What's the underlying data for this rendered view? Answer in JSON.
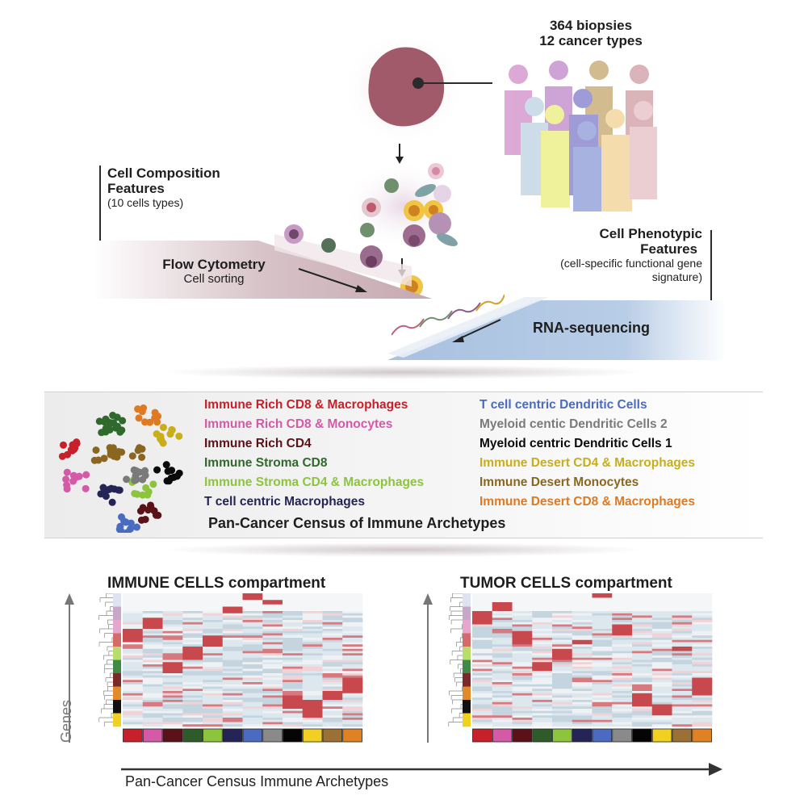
{
  "pipeline": {
    "biopsies": {
      "line1": "364 biopsies",
      "line2": "12 cancer types"
    },
    "composition": {
      "title1": "Cell Composition",
      "title2": "Features",
      "subtitle": "(10 cells types)"
    },
    "flow": {
      "title": "Flow Cytometry",
      "subtitle": "Cell sorting"
    },
    "phenotypic": {
      "title1": "Cell Phenotypic",
      "title2": "Features",
      "subtitle1": "(cell-specific functional gene",
      "subtitle2": "signature)"
    },
    "rna": {
      "title": "RNA-sequencing"
    }
  },
  "census": {
    "title": "Pan-Cancer Census of Immune Archetypes",
    "archetypes": [
      {
        "label": "Immune Rich CD8 & Macrophages",
        "color": "#c8202a"
      },
      {
        "label": "Immune Rich CD8 & Monocytes",
        "color": "#d45aa8"
      },
      {
        "label": "Immune Rich CD4",
        "color": "#5a1218"
      },
      {
        "label": "Immune Stroma CD8",
        "color": "#2f6a2c"
      },
      {
        "label": "Immune Stroma CD4 & Macrophages",
        "color": "#8dc43e"
      },
      {
        "label": "T cell centric Macrophages",
        "color": "#252457"
      },
      {
        "label": "T cell centric Dendritic Cells",
        "color": "#4a6bc0"
      },
      {
        "label": "Myeloid centic Dendritic Cells 2",
        "color": "#7a7a7a"
      },
      {
        "label": "Myeloid centric Dendritic Cells 1",
        "color": "#0a0a0a"
      },
      {
        "label": "Immune Desert CD4 & Macrophages",
        "color": "#c9ae1a"
      },
      {
        "label": "Immune Desert Monocytes",
        "color": "#8a6620"
      },
      {
        "label": "Immune Desert CD8 & Macrophages",
        "color": "#e07a22"
      }
    ],
    "bar_colors": [
      "#c8202a",
      "#d45aa8",
      "#5a1218",
      "#2f5a2a",
      "#8dc43e",
      "#252457",
      "#4a6bc0",
      "#8a8a8a",
      "#050505",
      "#f0d020",
      "#9a7034",
      "#e08224"
    ]
  },
  "heatmaps": {
    "immune": {
      "title": "IMMUNE CELLS compartment",
      "y_label": "Genes"
    },
    "tumor": {
      "title": "TUMOR CELLS compartment"
    },
    "x_label": "Pan-Cancer Census Immune Archetypes"
  }
}
